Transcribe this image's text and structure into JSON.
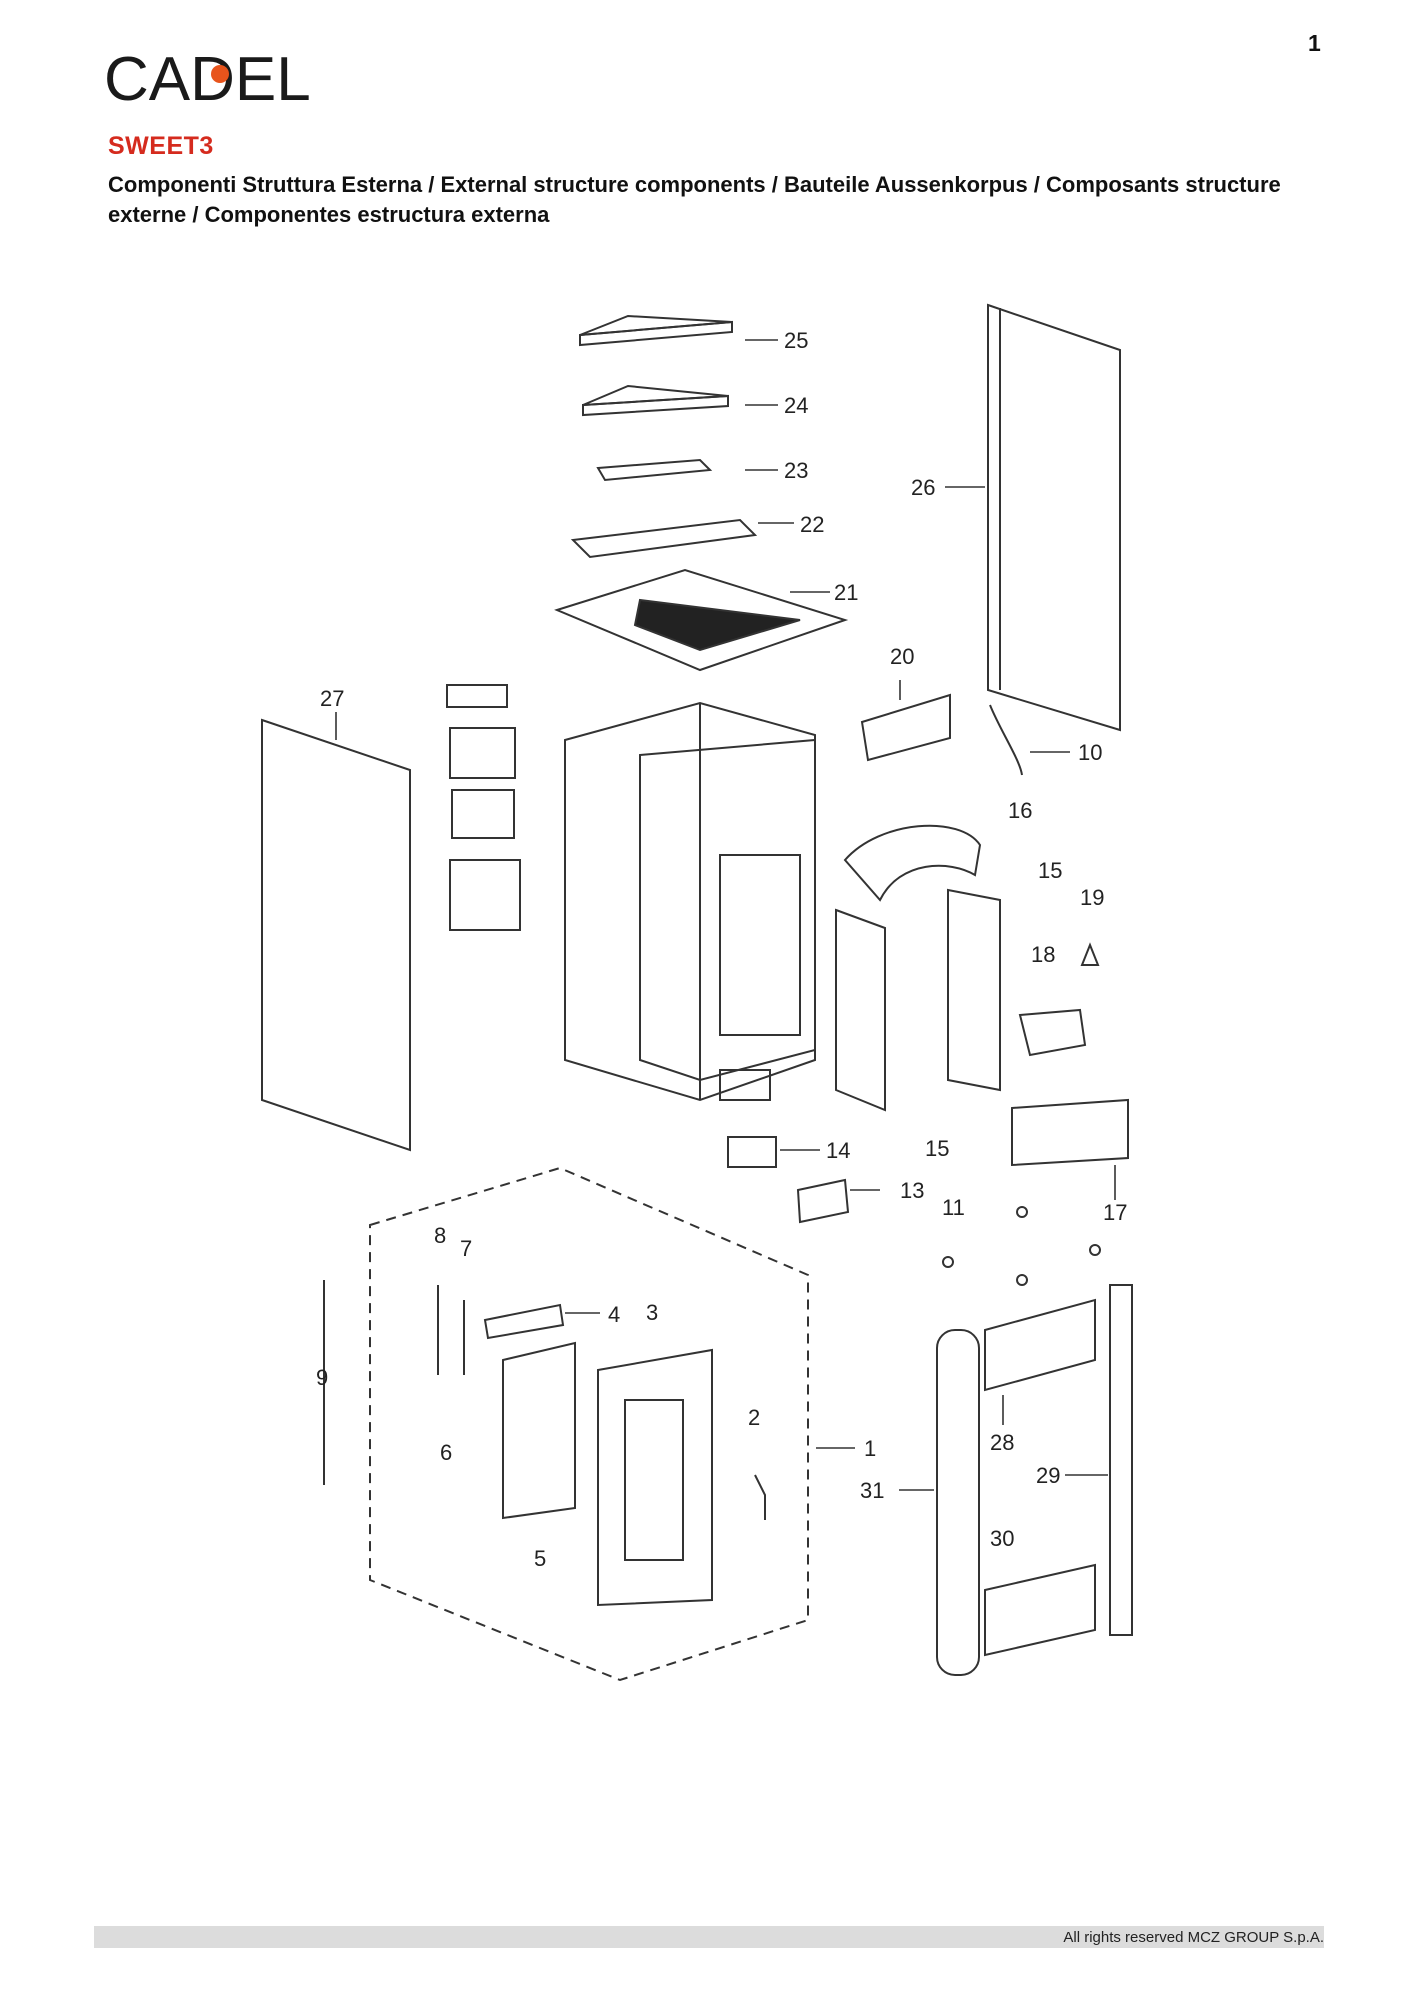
{
  "page_number": "1",
  "brand": "CADEL",
  "model": "SWEET3",
  "subtitle": "Componenti Struttura Esterna / External structure components / Bauteile Aussenkorpus / Composants structure externe / Componentes estructura externa",
  "colors": {
    "brand_dot": "#e8541c",
    "model": "#d52b1e",
    "line": "#333333"
  },
  "callouts": {
    "c1": "1",
    "c2": "2",
    "c3": "3",
    "c4": "4",
    "c5": "5",
    "c6": "6",
    "c7": "7",
    "c8": "8",
    "c9": "9",
    "c10": "10",
    "c11": "11",
    "c13": "13",
    "c14": "14",
    "c15a": "15",
    "c15b": "15",
    "c16": "16",
    "c17": "17",
    "c18": "18",
    "c19": "19",
    "c20": "20",
    "c21": "21",
    "c22": "22",
    "c23": "23",
    "c24": "24",
    "c25": "25",
    "c26": "26",
    "c27": "27",
    "c28": "28",
    "c29": "29",
    "c30": "30",
    "c31": "31"
  },
  "footer": "All rights reserved MCZ GROUP S.p.A."
}
